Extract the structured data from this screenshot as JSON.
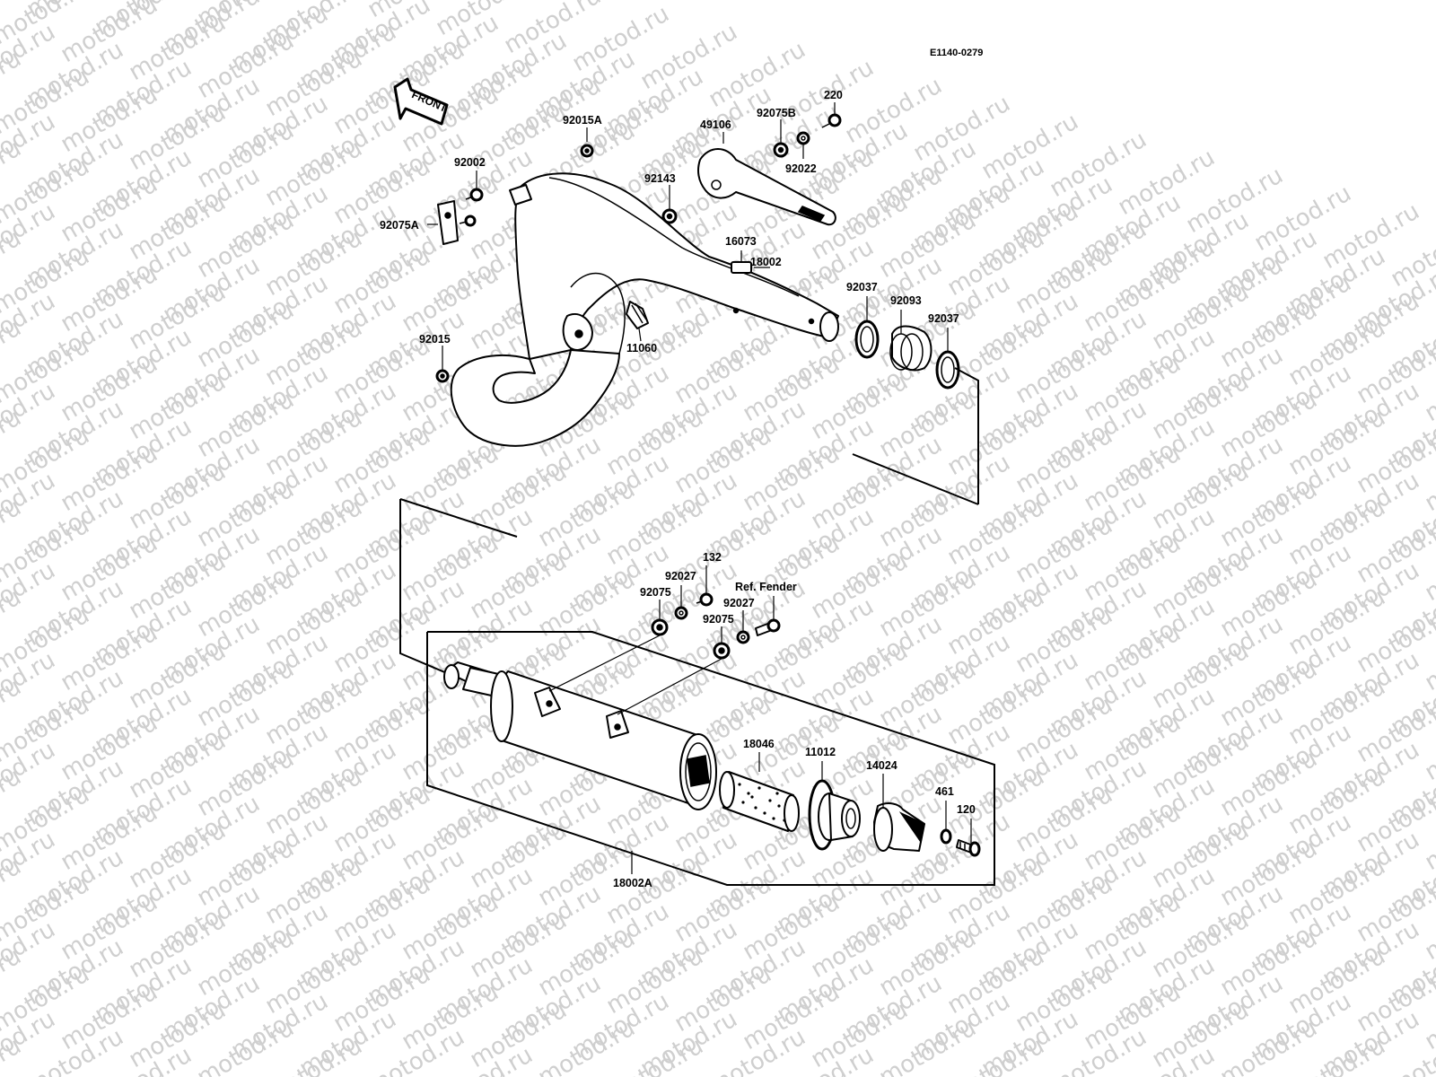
{
  "diagram_code": "E1140-0279",
  "front_label": "FRONT",
  "watermark": "motod.ru",
  "labels": {
    "92015A": "92015A",
    "92002": "92002",
    "92075A": "92075A",
    "92015": "92015",
    "49106": "49106",
    "92075B": "92075B",
    "220": "220",
    "92022": "92022",
    "92143": "92143",
    "16073": "16073",
    "18002": "18002",
    "11060": "11060",
    "92037_a": "92037",
    "92093": "92093",
    "92037_b": "92037",
    "132": "132",
    "92027_a": "92027",
    "92075_a": "92075",
    "ref_fender": "Ref. Fender",
    "92027_b": "92027",
    "92075_b": "92075",
    "18046": "18046",
    "11012": "11012",
    "14024": "14024",
    "461": "461",
    "120": "120",
    "18002A": "18002A"
  }
}
